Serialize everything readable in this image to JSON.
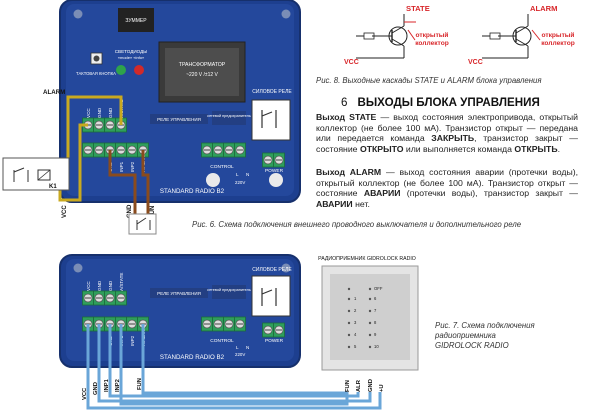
{
  "board1": {
    "summer": "ЗУММЕР",
    "leds": "СВЕТОДИОДЫ",
    "leds_sub": "«mode» «info»",
    "button": "ТАКТОВАЯ КНОПКА",
    "transformer": "ТРАНСФОРМАТОР",
    "transformer_v": "~220 V /±12 V",
    "relay_ctrl": "РЕЛЕ УПРАВЛЕНИЯ",
    "net_fuse": "сетевой предохранитель",
    "power_relay": "СИЛОВОЕ РЕЛЕ",
    "terminals_left": [
      "VCC",
      "GND",
      "GND",
      "A/STATE"
    ],
    "terminals_in": [
      "GND",
      "INP1",
      "INP2",
      "A/ALARM"
    ],
    "control": "CONTROL",
    "power": "POWER",
    "lnv": [
      "L",
      "N",
      "220V"
    ],
    "brand": "STANDARD RADIO B2",
    "alarm": "ALARM",
    "k1": "K1",
    "vcc_ext": "VCC",
    "gnd_ext": "GND",
    "fun_ext": "FUN"
  },
  "board2": {
    "relay_ctrl": "РЕЛЕ УПРАВЛЕНИЯ",
    "net_fuse": "сетевой предохранитель",
    "power_relay": "СИЛОВОЕ РЕЛЕ",
    "terminals_left": [
      "VCC",
      "GND",
      "GND",
      "A/STATE"
    ],
    "terminals_in": [
      "GND",
      "INP1",
      "INP2",
      "A/ALARM"
    ],
    "control": "CONTROL",
    "power": "POWER",
    "lnv": [
      "L",
      "N",
      "220V"
    ],
    "brand": "STANDARD RADIO B2",
    "wires": [
      "VCC",
      "GND",
      "INP1",
      "INP2",
      "FUN"
    ]
  },
  "receiver": {
    "title": "РАДИОПРИЕМНИК GIDROLOCK RADIO",
    "labels_left": [
      "1",
      "2",
      "3",
      "4",
      "5"
    ],
    "labels_right": [
      "OFF",
      "6",
      "7",
      "8",
      "9",
      "10"
    ],
    "terminals": [
      "FUN",
      "ALR",
      "GND",
      "+U"
    ]
  },
  "schematics": {
    "state": "STATE",
    "alarm": "ALARM",
    "vcc": "VCC",
    "oc_line1": "открытый",
    "oc_line2": "коллектор"
  },
  "text": {
    "fig8": "Рис. 8. Выходные каскады STATE и ALARM блока управления",
    "section_num": "6",
    "section_title": "ВЫХОДЫ БЛОКА УПРАВЛЕНИЯ",
    "p1_head": "Выход STATE",
    "p1_a": " — выход состояния электропривода, открытый коллектор (не более 100 мА). Транзистор открыт — передана или передается команда ",
    "p1_b": "ЗАКРЫТЬ",
    "p1_c": ", транзистор закрыт — состояние ",
    "p1_d": "ОТКРЫТО",
    "p1_e": " или выполняется команда ",
    "p1_f": "ОТКРЫТЬ",
    "p1_g": ".",
    "p2_head": "Выход ALARM",
    "p2_a": " — выход состояния аварии (протечки воды), открытый коллектор (не более 100 мА). Транзистор открыт — состояние ",
    "p2_b": "АВАРИИ",
    "p2_c": " (протечки воды), транзистор закрыт — ",
    "p2_d": "АВАРИИ",
    "p2_e": " нет.",
    "fig6": "Рис. 6. Схема подключения внешнего проводного выключателя и дополнительного реле",
    "fig7_1": "Рис. 7. Схема подключения",
    "fig7_2": "радиоприемника",
    "fig7_3": "GIDROLOCK RADIO"
  },
  "colors": {
    "board": "#1d3f8f",
    "board_edge": "#16306c",
    "terminal": "#2f9e5b",
    "yellow_wire": "#c9a91f",
    "blue_wire": "#6aa6d8",
    "brown_wire": "#8a4b1d",
    "red": "#d8262a"
  }
}
